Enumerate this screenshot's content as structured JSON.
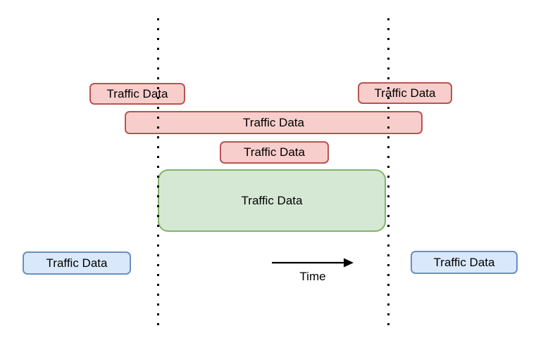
{
  "diagram": {
    "description": "Timeline diagram with two dotted vertical boundaries and Traffic Data intervals",
    "colors": {
      "background": "#ffffff",
      "red_fill": "#f8cecc",
      "red_stroke": "#b85450",
      "green_fill": "#d5e8d4",
      "green_stroke": "#82b366",
      "blue_fill": "#dae8fc",
      "blue_stroke": "#6c8ebf",
      "line": "#000000",
      "text": "#000000"
    },
    "nodes": {
      "red_top_left": {
        "label": "Traffic Data"
      },
      "red_top_right": {
        "label": "Traffic Data"
      },
      "red_wide": {
        "label": "Traffic Data"
      },
      "red_middle": {
        "label": "Traffic Data"
      },
      "green_center": {
        "label": "Traffic Data"
      },
      "blue_bottom_left": {
        "label": "Traffic Data"
      },
      "blue_bottom_right": {
        "label": "Traffic Data"
      }
    },
    "time_axis": {
      "label": "Time"
    }
  }
}
